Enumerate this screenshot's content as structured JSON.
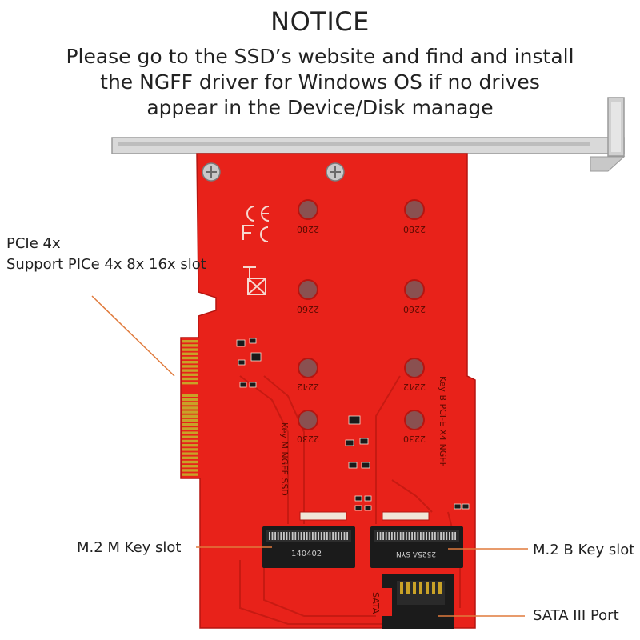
{
  "notice": {
    "title": "NOTICE",
    "lines": [
      "Please go to the SSD’s website and find and install",
      "the NGFF driver for Windows OS if no drives",
      "appear in the Device/Disk manage"
    ]
  },
  "callouts": {
    "pcie_title": "PCIe 4x",
    "pcie_detail": "Support PICe 4x 8x 16x slot",
    "m_key": "M.2 M Key slot",
    "b_key": "M.2 B Key slot",
    "sata": "SATA III Port"
  },
  "board_labels": {
    "size_2280": "2280",
    "size_2260": "2260",
    "size_2242": "2242",
    "size_2230": "2230",
    "key_m": "Key M NGFF SSD",
    "key_b": "Key B PCI-E X4 NGFF",
    "sata": "SATA",
    "ic_m": "140402",
    "ic_b": "2525A SYN"
  },
  "colors": {
    "pcb": "#e8221a",
    "bracket": "#d6d6d6",
    "gold": "#c9a227",
    "leader": "#e07a3c"
  }
}
